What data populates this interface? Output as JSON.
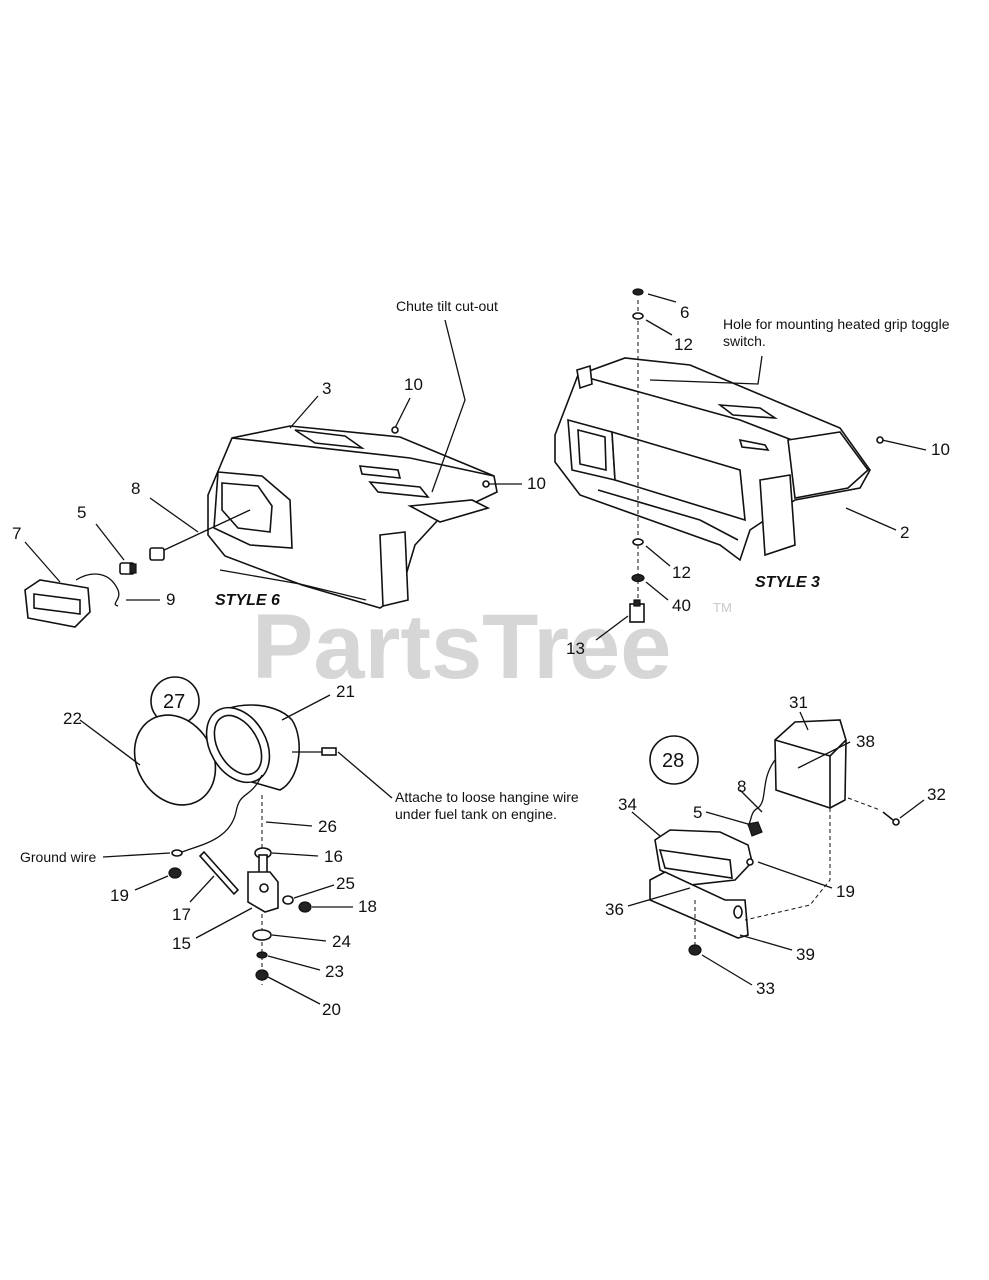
{
  "annotations": {
    "chute_tilt": "Chute tilt cut-out",
    "hole_mount_line1": "Hole for mounting heated grip toggle",
    "hole_mount_line2": "switch.",
    "attach_line1": "Attache to loose hangine wire",
    "attach_line2": "under fuel tank on engine.",
    "ground_wire": "Ground wire"
  },
  "style_labels": {
    "style6": "STYLE 6",
    "style3": "STYLE 3"
  },
  "callouts": {
    "s6_3": "3",
    "s6_10a": "10",
    "s6_10b": "10",
    "s6_8": "8",
    "s6_5": "5",
    "s6_7": "7",
    "s6_9": "9",
    "s3_6": "6",
    "s3_12a": "12",
    "s3_10": "10",
    "s3_2": "2",
    "s3_12b": "12",
    "s3_40": "40",
    "s3_13": "13",
    "g27_circle": "27",
    "g27_21": "21",
    "g27_22": "22",
    "g27_26": "26",
    "g27_16": "16",
    "g27_19": "19",
    "g27_17": "17",
    "g27_25": "25",
    "g27_18": "18",
    "g27_15": "15",
    "g27_24": "24",
    "g27_23": "23",
    "g27_20": "20",
    "g28_circle": "28",
    "g28_31": "31",
    "g28_38": "38",
    "g28_32": "32",
    "g28_8": "8",
    "g28_5": "5",
    "g28_34": "34",
    "g28_19": "19",
    "g28_36": "36",
    "g28_39": "39",
    "g28_33": "33"
  },
  "watermark": {
    "text": "PartsTree",
    "tm": "TM"
  }
}
